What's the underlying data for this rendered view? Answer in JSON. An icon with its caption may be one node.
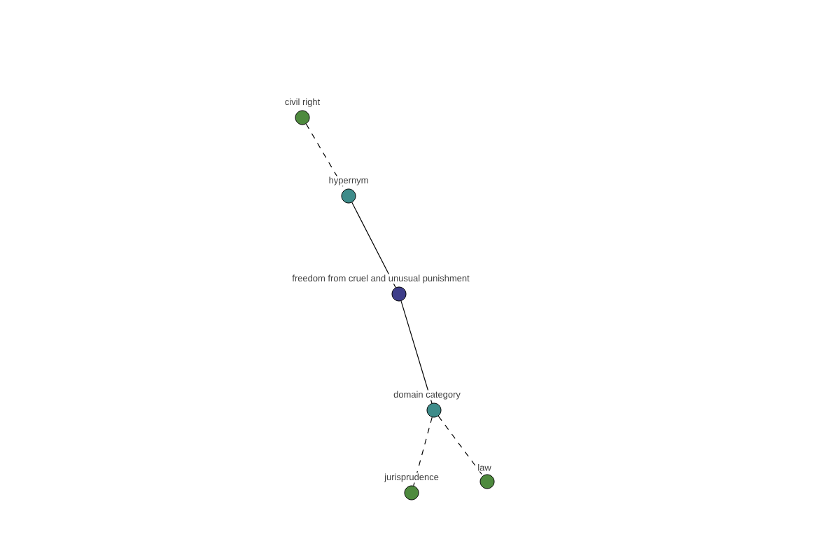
{
  "diagram": {
    "nodes": [
      {
        "text": [
          "civil right"
        ]
      },
      {
        "text": [
          "hypernym"
        ]
      },
      {
        "text": [
          "freedom from cruel and unusual punishment"
        ]
      },
      {
        "text": [
          "domain category"
        ]
      },
      {
        "text": [
          "jurisprudence"
        ]
      },
      {
        "text": [
          "law"
        ]
      }
    ],
    "edges": [
      {
        "from": 0,
        "to": 1,
        "arrow": "none",
        "style": "dashed"
      },
      {
        "from": 1,
        "to": 2,
        "arrow": "none"
      },
      {
        "from": 2,
        "to": 3,
        "arrow": "none"
      },
      {
        "from": 3,
        "to": 4,
        "arrow": "none",
        "style": "dashed"
      },
      {
        "from": 3,
        "to": 5,
        "arrow": "none",
        "style": "dashed"
      }
    ]
  }
}
